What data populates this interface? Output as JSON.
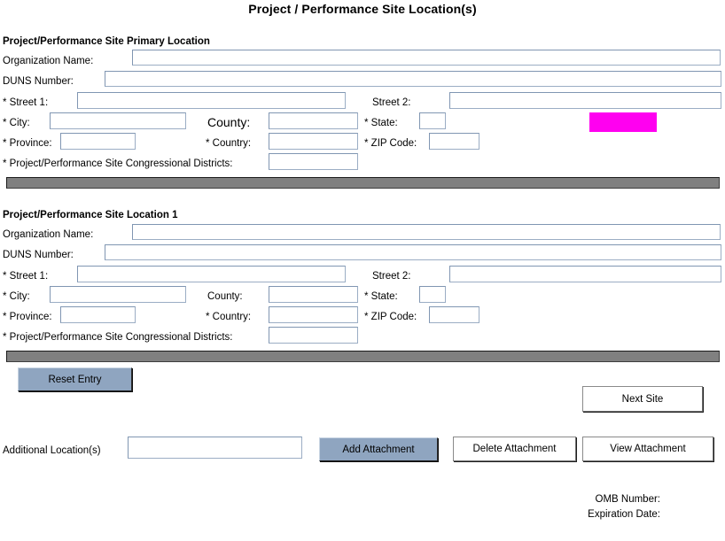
{
  "page": {
    "title": "Project / Performance Site Location(s)"
  },
  "sections": [
    {
      "heading": "Project/Performance Site Primary Location",
      "fields": {
        "organization_name_label": "Organization Name:",
        "organization_name_value": "",
        "duns_label": "DUNS Number:",
        "duns_value": "",
        "street1_label": "* Street 1:",
        "street1_value": "",
        "street2_label": "Street 2:",
        "street2_value": "",
        "city_label": "* City:",
        "city_value": "",
        "county_label": "County:",
        "county_value": "",
        "state_label": "* State:",
        "state_value": "",
        "province_label": "* Province:",
        "province_value": "",
        "country_label": "* Country:",
        "country_value": "",
        "zip_label": "* ZIP Code:",
        "zip_value": "",
        "districts_label": "* Project/Performance Site Congressional Districts:",
        "districts_value": ""
      }
    },
    {
      "heading": "Project/Performance Site Location 1",
      "fields": {
        "organization_name_label": "Organization Name:",
        "organization_name_value": "",
        "duns_label": "DUNS Number:",
        "duns_value": "",
        "street1_label": "* Street 1:",
        "street1_value": "",
        "street2_label": "Street 2:",
        "street2_value": "",
        "city_label": "* City:",
        "city_value": "",
        "county_label": "County:",
        "county_value": "",
        "state_label": "* State:",
        "state_value": "",
        "province_label": "* Province:",
        "province_value": "",
        "country_label": "* Country:",
        "country_value": "",
        "zip_label": "* ZIP Code:",
        "zip_value": "",
        "districts_label": "* Project/Performance Site Congressional Districts:",
        "districts_value": ""
      }
    }
  ],
  "actions": {
    "reset_entry_label": "Reset Entry",
    "next_site_label": "Next Site",
    "additional_locations_label": "Additional Location(s)",
    "additional_locations_value": "",
    "add_attachment_label": "Add Attachment",
    "delete_attachment_label": "Delete Attachment",
    "view_attachment_label": "View  Attachment"
  },
  "footer": {
    "omb_number_label": "OMB Number:",
    "expiration_date_label": "Expiration Date:"
  },
  "colors": {
    "highlight_magenta": "#ff00f0",
    "divider_gray": "#808080",
    "button_blue": "#8fa5c0",
    "field_border": "#9badc4"
  }
}
